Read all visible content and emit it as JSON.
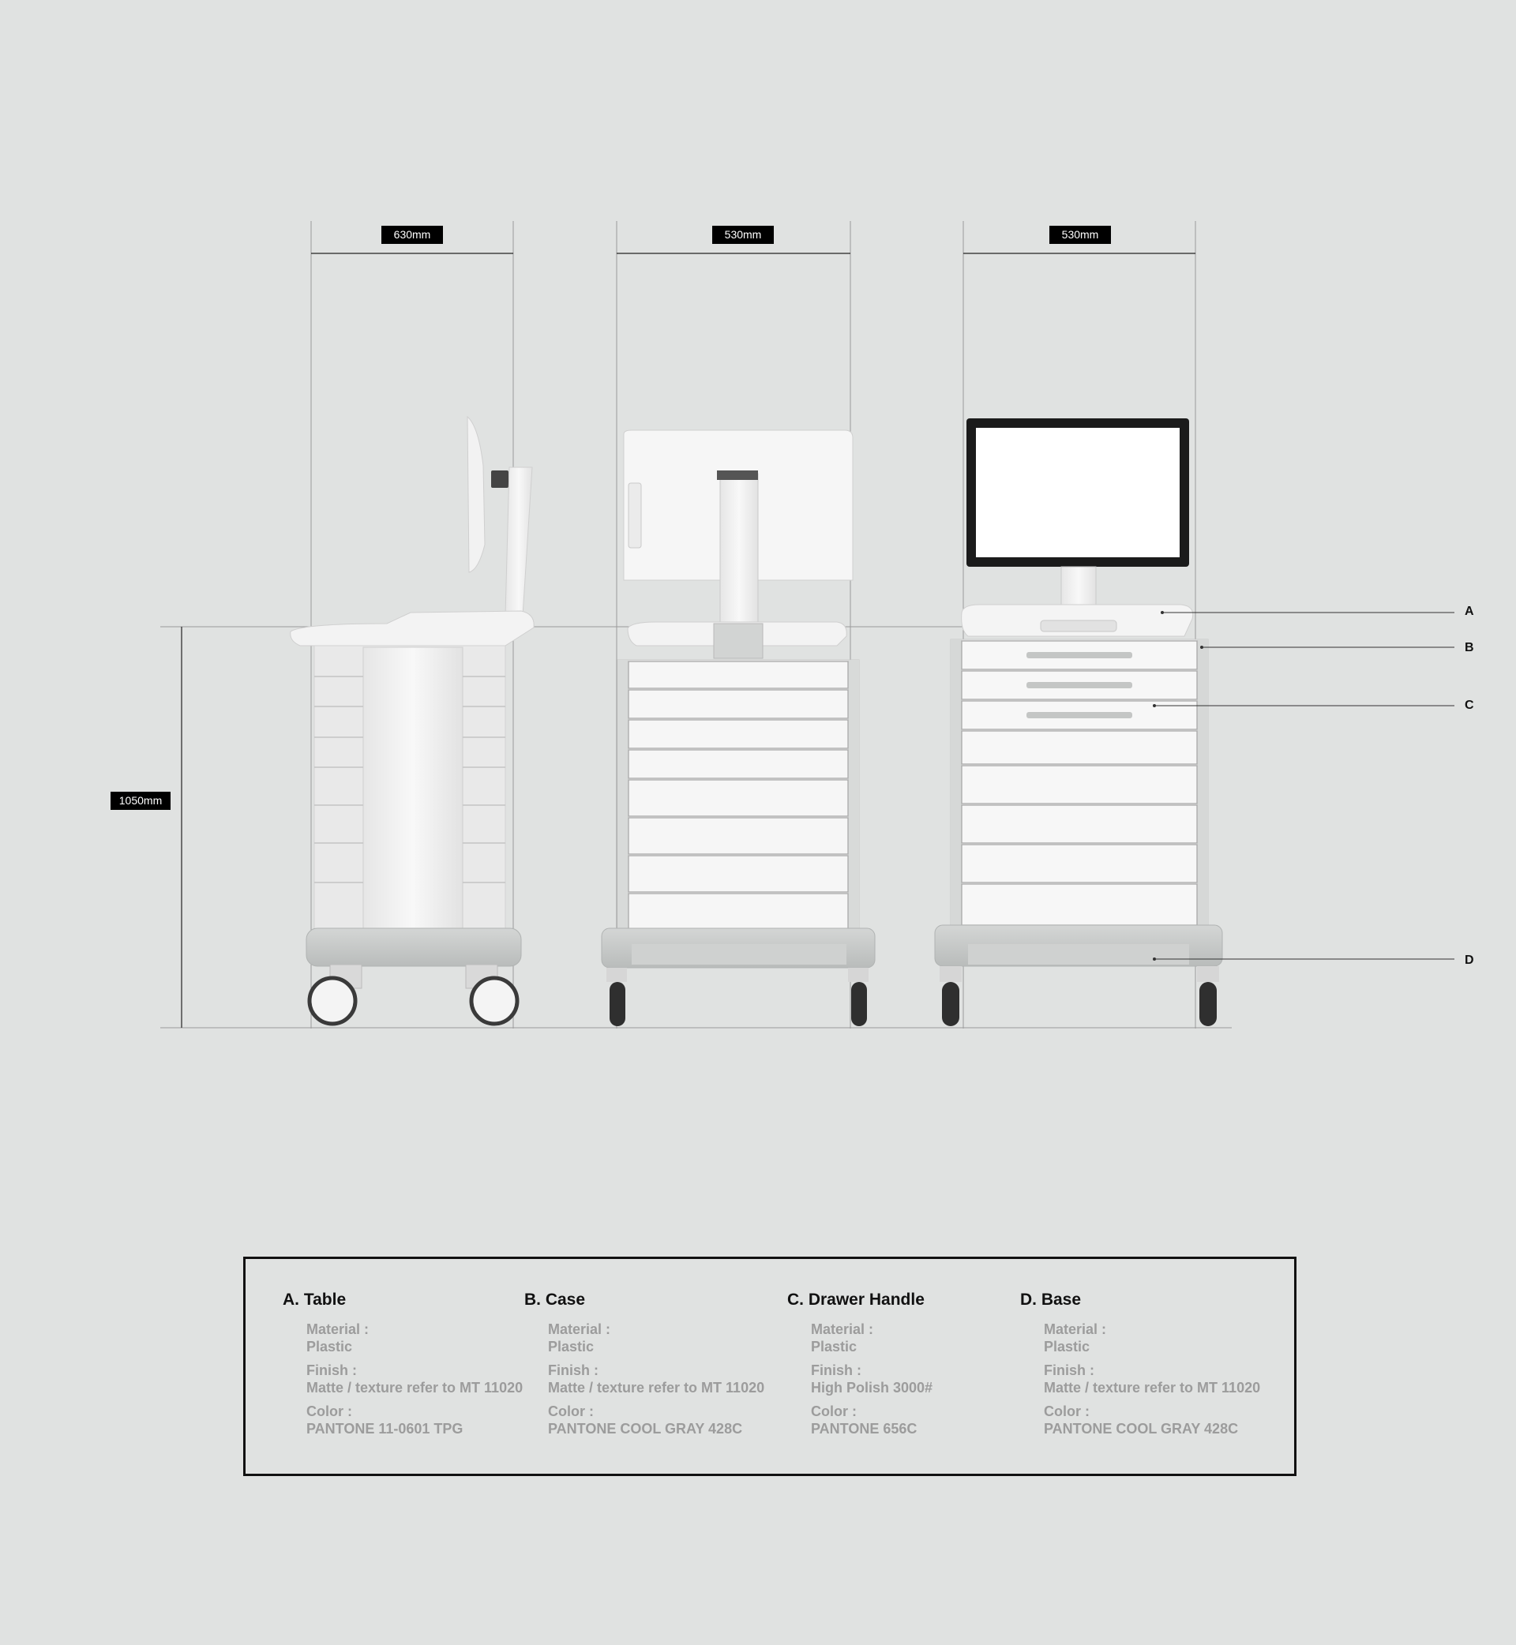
{
  "dimensions": {
    "side_width": "630mm",
    "back_width": "530mm",
    "front_width": "530mm",
    "height": "1050mm"
  },
  "callouts": [
    "A",
    "B",
    "C",
    "D"
  ],
  "colors": {
    "background": "#e0e2e1",
    "cart_white": "#f4f4f4",
    "cart_gray": "#c9cccb",
    "dimension_tag": "#000000"
  },
  "specs": [
    {
      "title": "A. Table",
      "material_label": "Material :",
      "material": "Plastic",
      "finish_label": "Finish :",
      "finish": "Matte / texture refer to MT 11020",
      "color_label": "Color :",
      "color": "PANTONE 11-0601 TPG"
    },
    {
      "title": "B. Case",
      "material_label": "Material :",
      "material": "Plastic",
      "finish_label": "Finish :",
      "finish": "Matte / texture refer to MT 11020",
      "color_label": "Color :",
      "color": "PANTONE COOL GRAY 428C"
    },
    {
      "title": "C. Drawer Handle",
      "material_label": "Material :",
      "material": "Plastic",
      "finish_label": "Finish :",
      "finish": "High Polish 3000#",
      "color_label": "Color :",
      "color": "PANTONE 656C"
    },
    {
      "title": "D. Base",
      "material_label": "Material :",
      "material": "Plastic",
      "finish_label": "Finish :",
      "finish": "Matte / texture refer to MT 11020",
      "color_label": "Color :",
      "color": "PANTONE COOL GRAY 428C"
    }
  ]
}
